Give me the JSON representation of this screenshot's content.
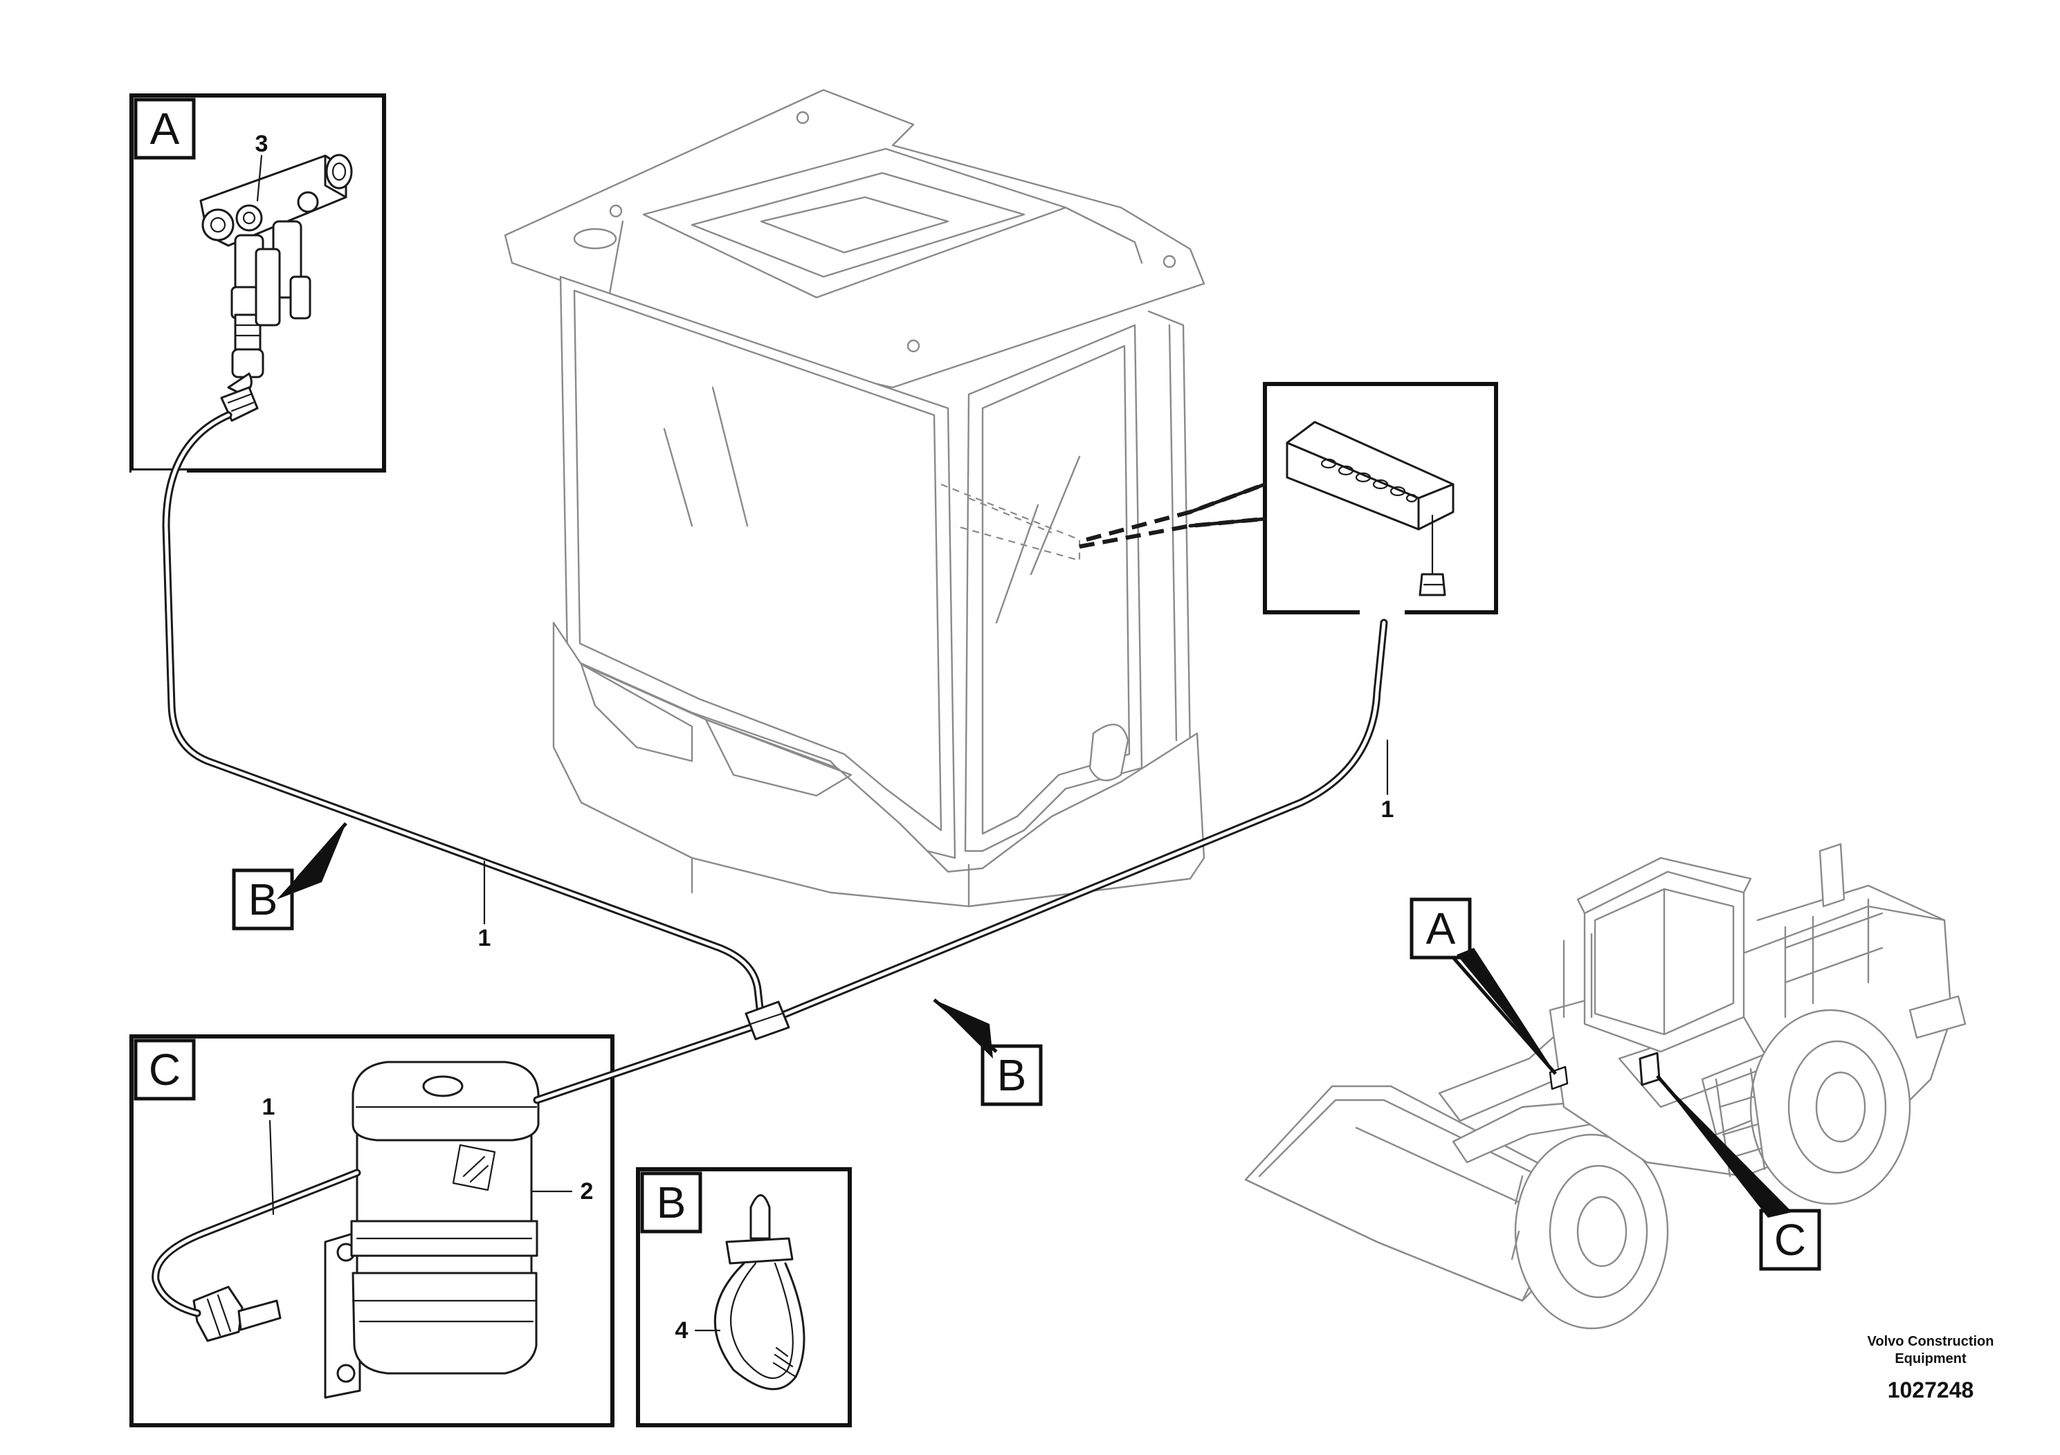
{
  "callouts": {
    "detail_a": "A",
    "detail_b": "B",
    "detail_c": "C",
    "view_b_left": "B",
    "view_b_center": "B",
    "loader_a": "A",
    "loader_c": "C"
  },
  "part_numbers": {
    "hose_detail_a": "1",
    "hose_left": "1",
    "hose_right": "1",
    "container": "2",
    "distributor": "3",
    "cable_tie": "4"
  },
  "footer": {
    "manufacturer_line1": "Volvo Construction",
    "manufacturer_line2": "Equipment",
    "drawing_number": "1027248"
  }
}
